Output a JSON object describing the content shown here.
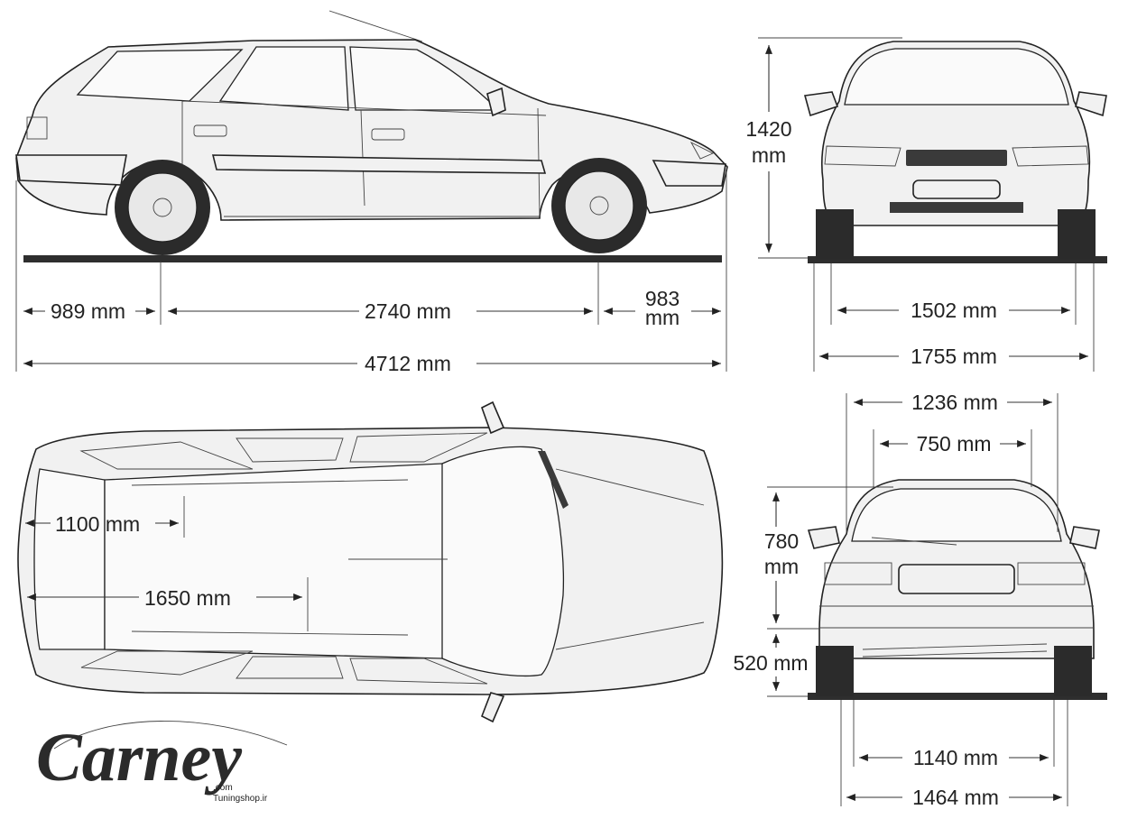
{
  "side_view": {
    "front_overhang": "989 mm",
    "wheelbase": "2740 mm",
    "rear_overhang_value": "983",
    "rear_overhang_unit": "mm",
    "total_length": "4712 mm"
  },
  "front_view": {
    "height_value": "1420",
    "height_unit": "mm",
    "front_track": "1502 mm",
    "total_width": "1755 mm"
  },
  "top_view": {
    "cargo_width": "1100 mm",
    "cargo_length": "1650 mm"
  },
  "rear_view": {
    "tailgate_top_width": "1236 mm",
    "rear_window_width": "750 mm",
    "opening_height_value": "780",
    "opening_height_unit": "mm",
    "sill_height": "520 mm",
    "rear_track": "1140 mm",
    "rear_width": "1464 mm"
  },
  "logo": {
    "main": "Carney",
    "suffix": ".com",
    "site": "Tuningshop.ir"
  }
}
